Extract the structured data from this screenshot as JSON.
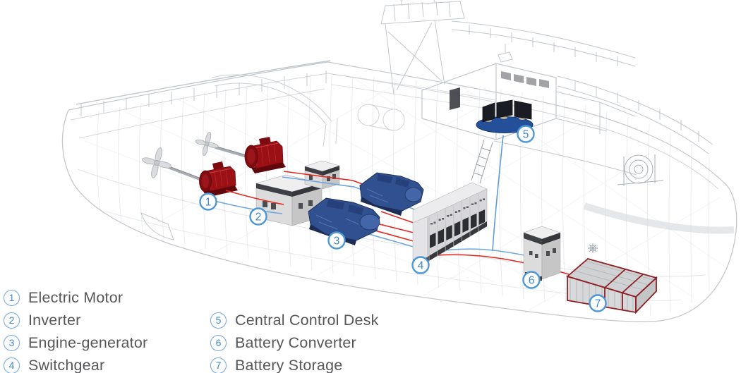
{
  "legend": {
    "column1": [
      {
        "number": "1",
        "label": "Electric Motor"
      },
      {
        "number": "2",
        "label": "Inverter"
      },
      {
        "number": "3",
        "label": "Engine-generator"
      },
      {
        "number": "4",
        "label": "Switchgear"
      }
    ],
    "column2": [
      {
        "number": "5",
        "label": "Central Control Desk"
      },
      {
        "number": "6",
        "label": "Battery Converter"
      },
      {
        "number": "7",
        "label": "Battery Storage"
      }
    ]
  },
  "diagram": {
    "markers": [
      {
        "label": "1"
      },
      {
        "label": "2"
      },
      {
        "label": "3"
      },
      {
        "label": "4"
      },
      {
        "label": "5"
      },
      {
        "label": "6"
      },
      {
        "label": "7"
      }
    ]
  },
  "colors": {
    "power_line_red": "#e2281e",
    "power_line_blue": "#6fa7dc",
    "marker_ring_blue": "#4e97d6",
    "marker_number_blue": "#3f87ce",
    "legend_text_gray": "#57575a",
    "motor_red": "#9b1015",
    "engine_blue": "#30508f",
    "equipment_gray": "#d0d0d0",
    "battery_frame_red": "#8e2026",
    "control_desk_blue": "#24509a",
    "wireframe_gray": "#c3c8cd"
  }
}
